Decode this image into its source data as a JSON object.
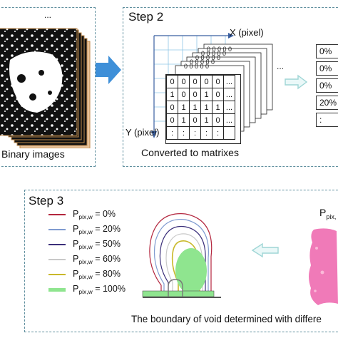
{
  "step1": {
    "caption": "Binary images",
    "dots": "..."
  },
  "step2": {
    "title": "Step 2",
    "x_axis_label": "X (pixel)",
    "y_axis_label": "Y (pixel)",
    "matrix_rows": [
      [
        "0",
        "0",
        "0",
        "0",
        "0",
        "..."
      ],
      [
        "1",
        "0",
        "0",
        "1",
        "0",
        "..."
      ],
      [
        "0",
        "1",
        "1",
        "1",
        "1",
        "..."
      ],
      [
        "0",
        "1",
        "0",
        "1",
        "0",
        "..."
      ],
      [
        ":",
        ":",
        ":",
        ":",
        ":",
        ""
      ]
    ],
    "stack_dots": "...",
    "caption": "Converted to matrixes",
    "percent_values": [
      "0%",
      "0%",
      "0%",
      "20%",
      ":"
    ]
  },
  "step3": {
    "title": "Step 3",
    "legend": [
      {
        "label_main": "P",
        "label_sub": "pix,w",
        "label_value": " = 0%",
        "color": "#b3263e"
      },
      {
        "label_main": "P",
        "label_sub": "pix,w",
        "label_value": " = 20%",
        "color": "#7f9bd0"
      },
      {
        "label_main": "P",
        "label_sub": "pix,w",
        "label_value": " = 50%",
        "color": "#3b2f7a"
      },
      {
        "label_main": "P",
        "label_sub": "pix,w",
        "label_value": " = 60%",
        "color": "#c9c9c9"
      },
      {
        "label_main": "P",
        "label_sub": "pix,w",
        "label_value": " = 80%",
        "color": "#c9b82a"
      },
      {
        "label_main": "P",
        "label_sub": "pix,w",
        "label_value": " = 100%",
        "color": "#8fe58f"
      }
    ],
    "right_label_main": "P",
    "right_label_sub": "pix,",
    "caption": "The boundary of void determined with differe"
  },
  "colors": {
    "panel_border": "#5f8f9e",
    "arrow_blue": "#3e8fd8",
    "arrow_light": "#bfe6e6",
    "pink": "#f07ab8",
    "green": "#8fe58f"
  }
}
